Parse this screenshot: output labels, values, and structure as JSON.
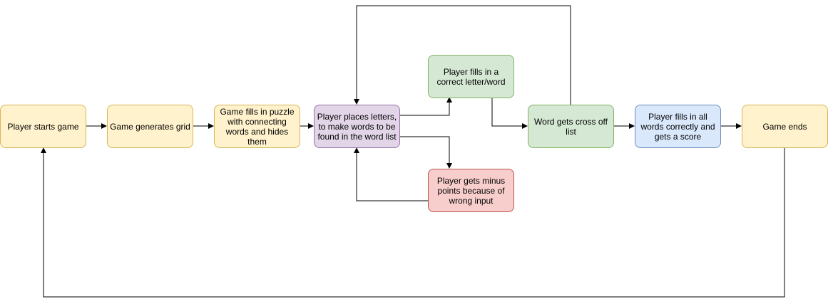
{
  "nodes": {
    "start": "Player starts game",
    "generate": "Game generates grid",
    "fill_puzzle": "Game fills in puzzle with connecting words and hides them",
    "place_letters": "Player places letters, to make words to be found in the word list",
    "correct": "Player fills in a correct letter/word",
    "minus": "Player gets minus points because of wrong input",
    "cross_off": "Word gets cross off list",
    "all_words": "Player fills in all words correctly and gets a score",
    "end": "Game ends"
  },
  "colors": {
    "yellow_fill": "#fff2cc",
    "purple_fill": "#e1d5e7",
    "green_fill": "#d5e8d4",
    "red_fill": "#f8cecc",
    "blue_fill": "#dae8fc"
  }
}
